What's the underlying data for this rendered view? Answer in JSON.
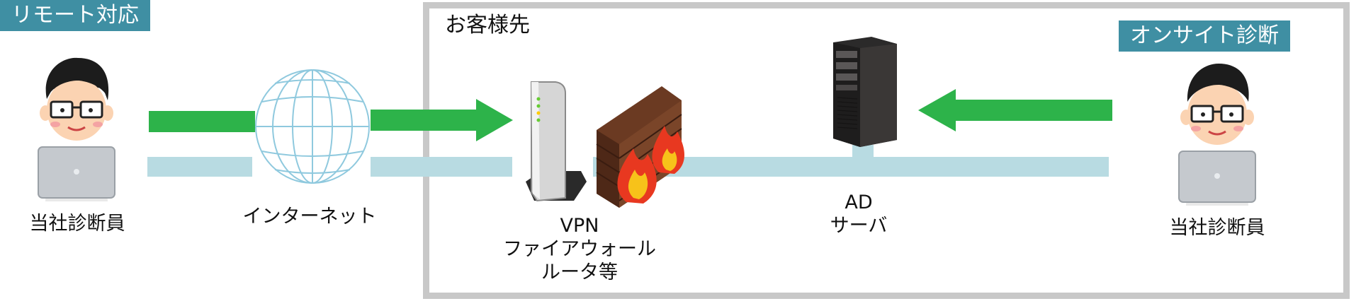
{
  "labels": {
    "remote_tag": "リモート対応",
    "onsite_tag": "オンサイト診断",
    "customer_site": "お客様先",
    "left_staff": "当社診断員",
    "right_staff": "当社診断員",
    "internet": "インターネット",
    "vpn_line1": "VPN",
    "vpn_line2": "ファイアウォール",
    "vpn_line3": "ルータ等",
    "ad_line1": "AD",
    "ad_line2": "サーバ"
  },
  "icons": {
    "person": "person-with-laptop-icon",
    "globe": "globe-icon",
    "router": "router-icon",
    "firewall": "firewall-icon",
    "server": "server-icon",
    "arrow": "arrow-icon"
  },
  "colors": {
    "tag_bg": "#3f8fa3",
    "arrow": "#2db34a",
    "network_line": "#b8dbe2",
    "frame": "#c8c8c8",
    "globe": "#8fc9de",
    "flame_outer": "#e83820",
    "flame_inner": "#f7c21a",
    "brick": "#6b3a22"
  }
}
